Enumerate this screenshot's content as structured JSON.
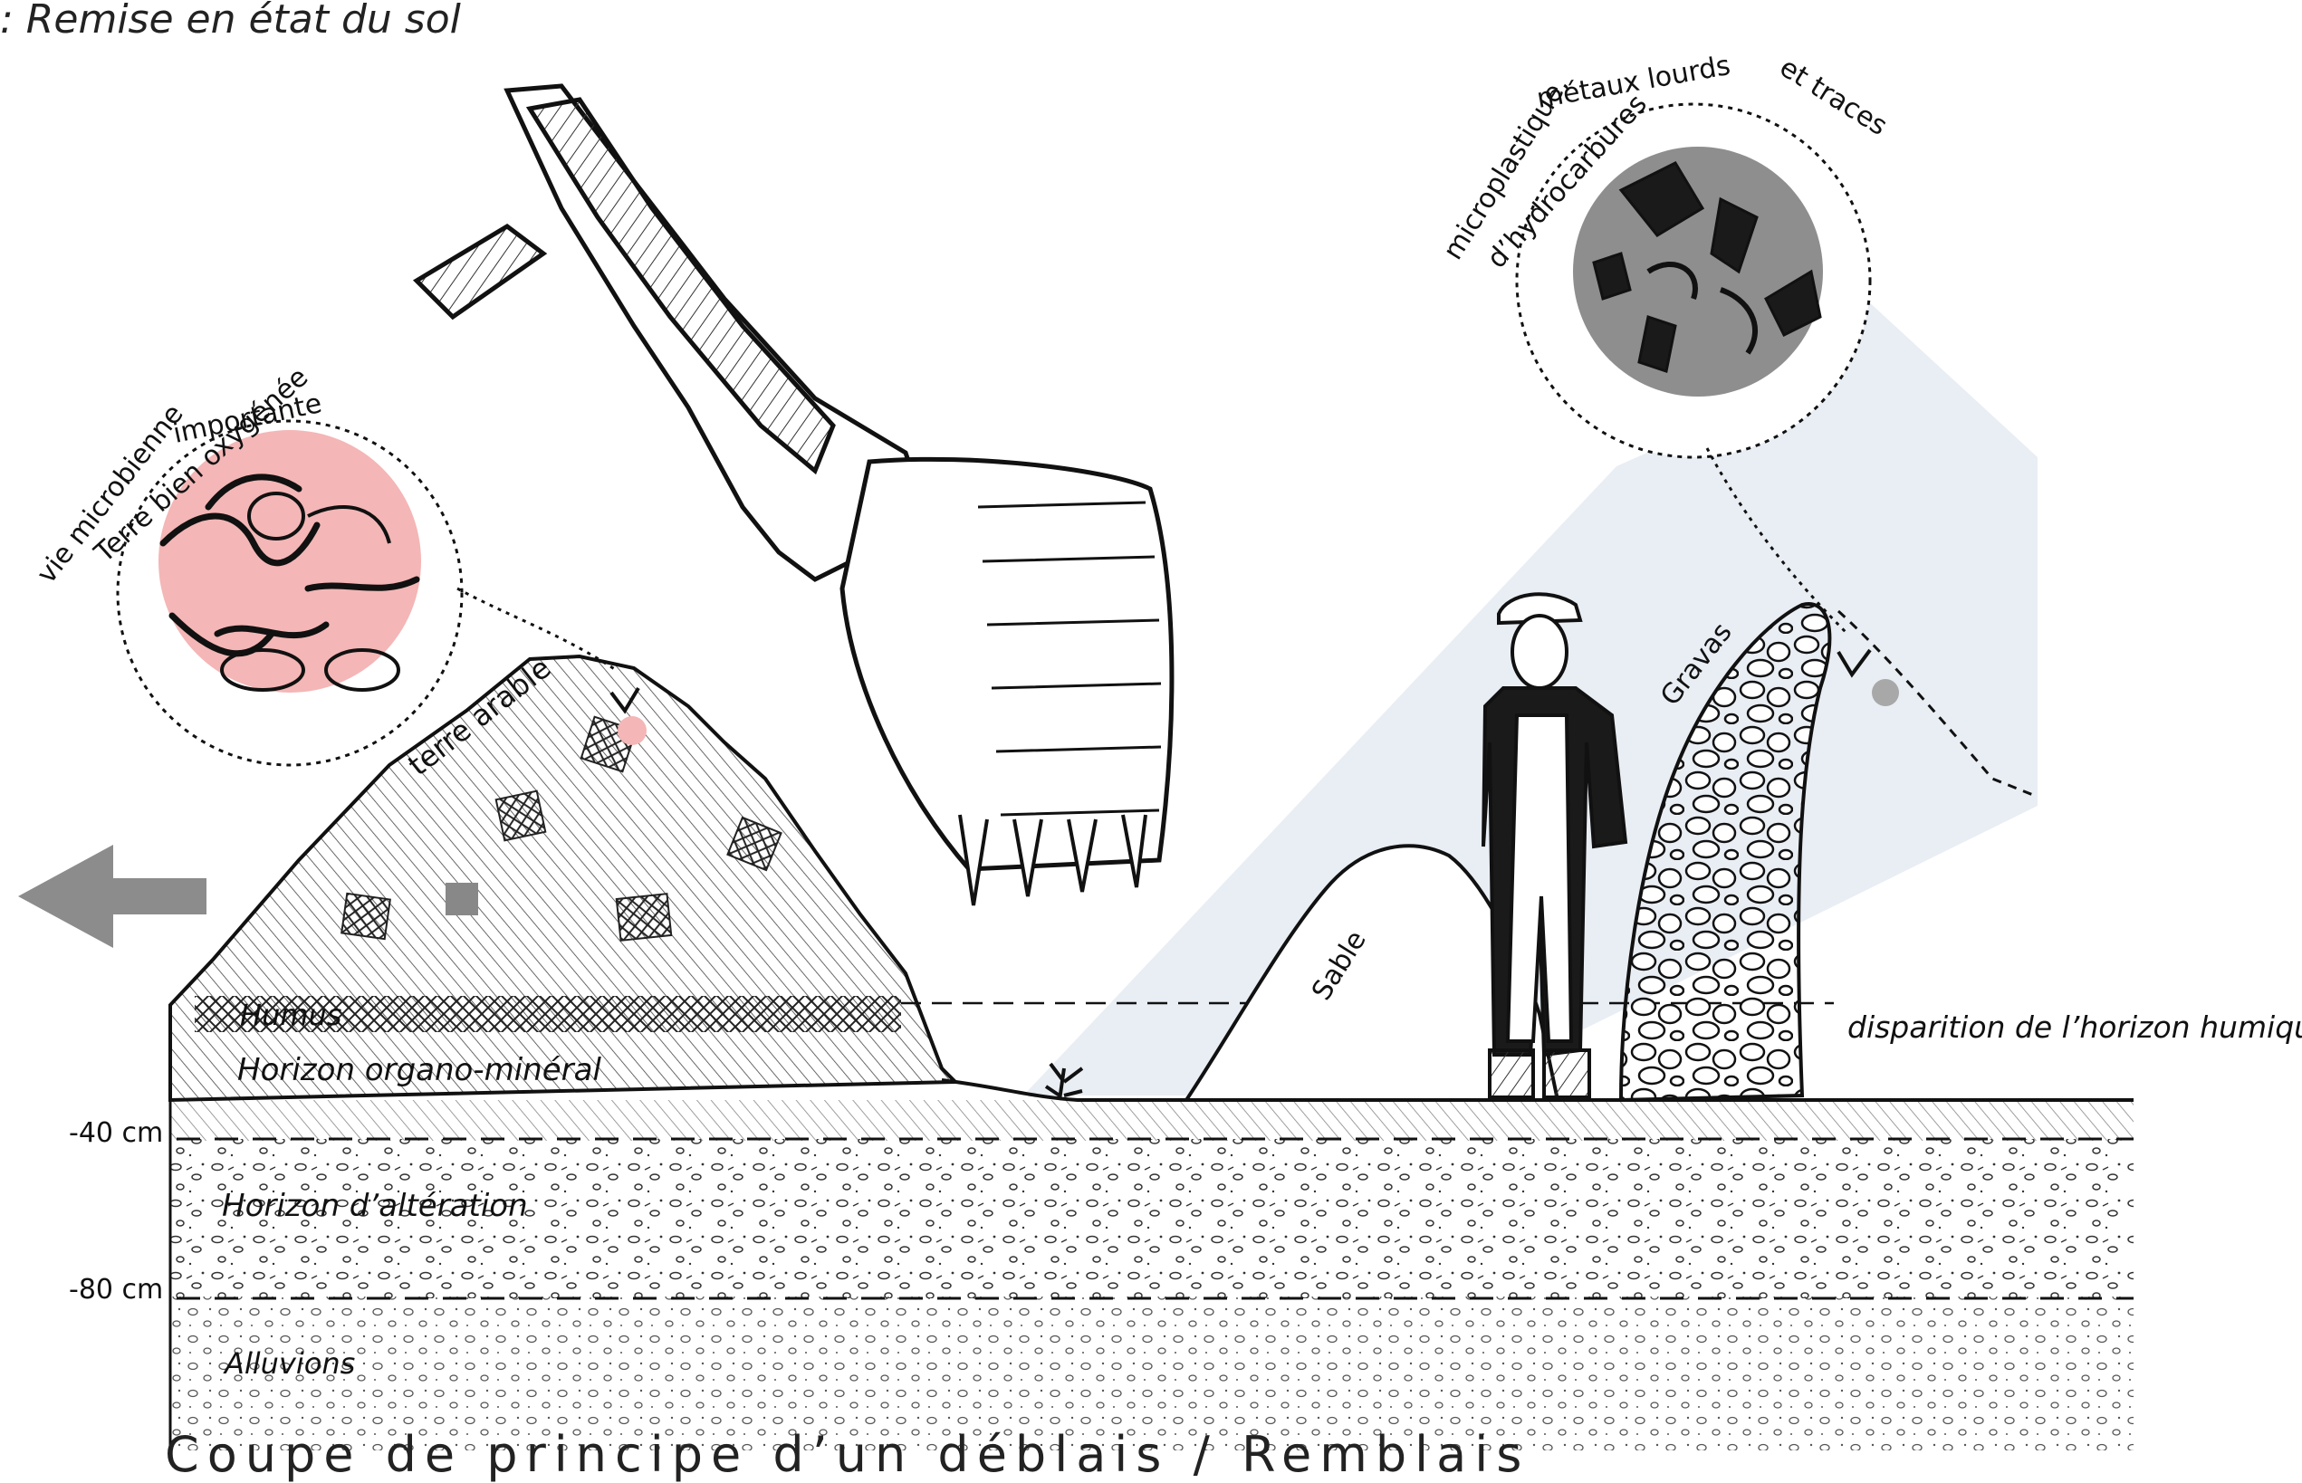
{
  "heading": ": Remise en état du sol",
  "caption": "Coupe de principe d’un déblais / Remblais",
  "depth_markers": [
    "-40 cm",
    "-80 cm"
  ],
  "horizons": {
    "humus": "Humus",
    "organo_mineral": "Horizon organo-minéral",
    "alteration": "Horizon d’altération",
    "alluvions": "Alluvions"
  },
  "piles": {
    "terre_arable": "terre arable",
    "sable": "Sable",
    "gravas": "Gravas"
  },
  "annotations": {
    "vie_microbienne_a": "vie microbienne",
    "vie_microbienne_b": "importante",
    "terre_oxygenee": "Terre bien oxygénée",
    "pollution_a": "microplastique,",
    "pollution_b": "métaux lourds",
    "pollution_c": "et traces",
    "hydrocarbures": "d’hydrocarbures",
    "disparition": "disparition de l’horizon humique"
  },
  "colors": {
    "ink": "#111111",
    "arrow_grey": "#8c8c8c",
    "microbe_circle": "#f4b6b6",
    "pollution_circle": "#8e8e8e",
    "sky_wedge": "#e9eef4"
  }
}
